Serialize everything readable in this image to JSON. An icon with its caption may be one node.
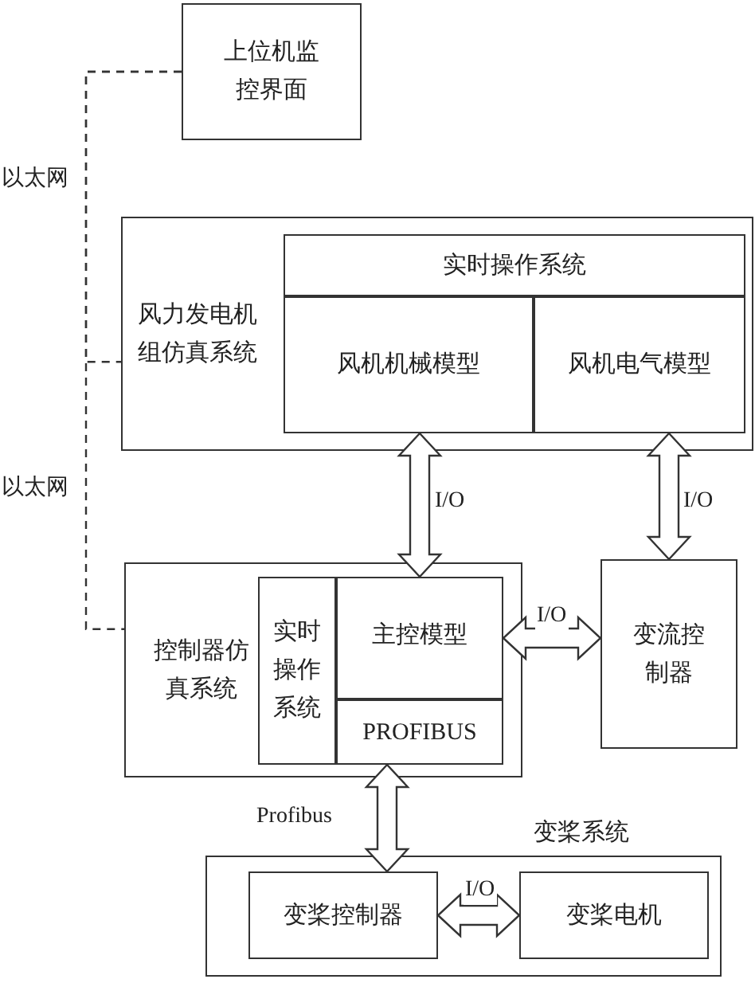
{
  "diagram": {
    "nodes": [
      {
        "text": [
          "上位机监控界面"
        ]
      },
      {
        "text": [
          "风力发电机组仿真系统"
        ]
      },
      {
        "text": [
          "实时操作系统"
        ],
        "in": 1
      },
      {
        "text": [
          "风机机械模型"
        ],
        "in": 1
      },
      {
        "text": [
          "风机电气模型"
        ],
        "in": 1
      },
      {
        "text": [
          "控制器仿真系统"
        ]
      },
      {
        "text": [
          "实时操作系统"
        ],
        "in": 5
      },
      {
        "text": [
          "主控模型"
        ],
        "in": 5
      },
      {
        "text": [
          "PROFIBUS"
        ],
        "in": 5
      },
      {
        "text": [
          "变流控制器"
        ]
      },
      {
        "text": [
          "变桨系统"
        ]
      },
      {
        "text": [
          "变桨控制器"
        ],
        "in": 10
      },
      {
        "text": [
          "变桨电机"
        ],
        "in": 10
      }
    ],
    "edges": [
      {
        "from": 0,
        "to": 1,
        "arrow": "none",
        "label": "以太网",
        "style": "dashed"
      },
      {
        "from": 0,
        "to": 5,
        "arrow": "none",
        "label": "以太网",
        "style": "dashed"
      },
      {
        "from": 3,
        "to": 7,
        "arrow": "both",
        "label": "I/O"
      },
      {
        "from": 4,
        "to": 9,
        "arrow": "both",
        "label": "I/O"
      },
      {
        "from": 7,
        "to": 9,
        "arrow": "both",
        "label": "I/O"
      },
      {
        "from": 8,
        "to": 11,
        "arrow": "both",
        "label": "Profibus"
      },
      {
        "from": 11,
        "to": 12,
        "arrow": "both",
        "label": "I/O"
      }
    ]
  }
}
